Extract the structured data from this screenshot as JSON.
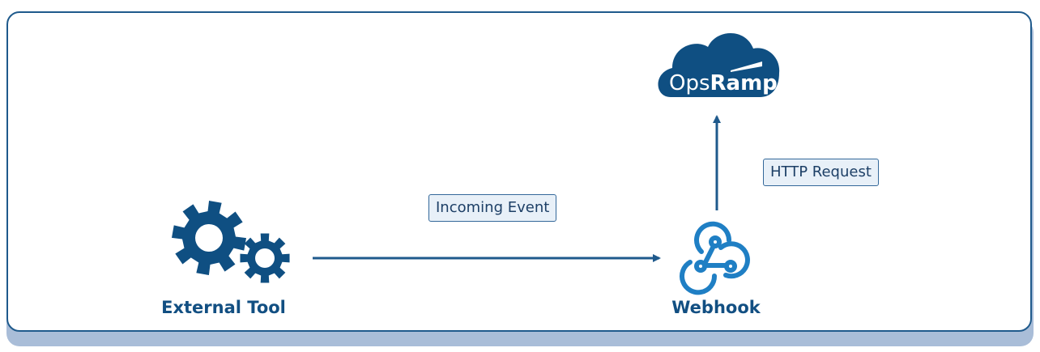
{
  "nodes": {
    "external_tool": {
      "label": "External Tool",
      "icon": "gears-icon"
    },
    "webhook": {
      "label": "Webhook",
      "icon": "webhook-icon"
    },
    "opsramp": {
      "logo_text_light": "Ops",
      "logo_text_bold": "Ramp",
      "icon": "cloud-logo-icon"
    }
  },
  "edges": {
    "incoming_event": {
      "label": "Incoming Event"
    },
    "http_request": {
      "label": "HTTP Request"
    }
  },
  "colors": {
    "primary": "#0f4f82",
    "webhook": "#1f7fc4",
    "border": "#1f5a8c",
    "shadow": "#a9bdd8",
    "label_fill": "#e8f0f8"
  }
}
